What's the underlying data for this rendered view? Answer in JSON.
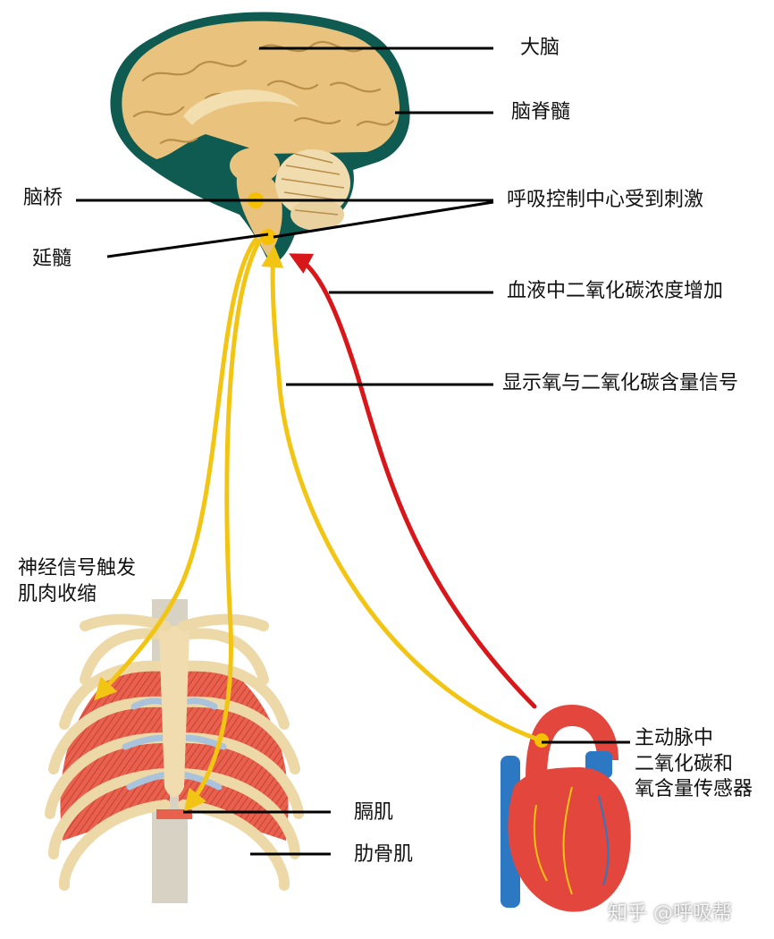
{
  "labels": {
    "cerebrum": "大脑",
    "cerebrospinal": "脑脊髓",
    "pons": "脑桥",
    "medulla": "延髓",
    "respiratory_center": "呼吸控制中心受到刺激",
    "co2_increase": "血液中二氧化碳浓度增加",
    "signal": "显示氧与二氧化碳含量信号",
    "nerve_line1": "神经信号触发",
    "nerve_line2": "肌肉收缩",
    "diaphragm": "膈肌",
    "intercostal": "肋骨肌",
    "sensor_line1": "主动脉中",
    "sensor_line2": "二氧化碳和",
    "sensor_line3": "氧含量传感器"
  },
  "watermark": "知乎 @呼吸帮",
  "colors": {
    "brain_tan": "#e9c37e",
    "brain_teal": "#0f5b52",
    "nerve_yellow": "#f2c515",
    "blood_red": "#d8171a",
    "rib_bone": "#edd8a8",
    "muscle_red": "#e8604e",
    "cartilage_blue": "#a9c3dc",
    "heart_red": "#e2463c",
    "vessel_blue": "#2d78c2",
    "center_dot": "#f5c000"
  }
}
